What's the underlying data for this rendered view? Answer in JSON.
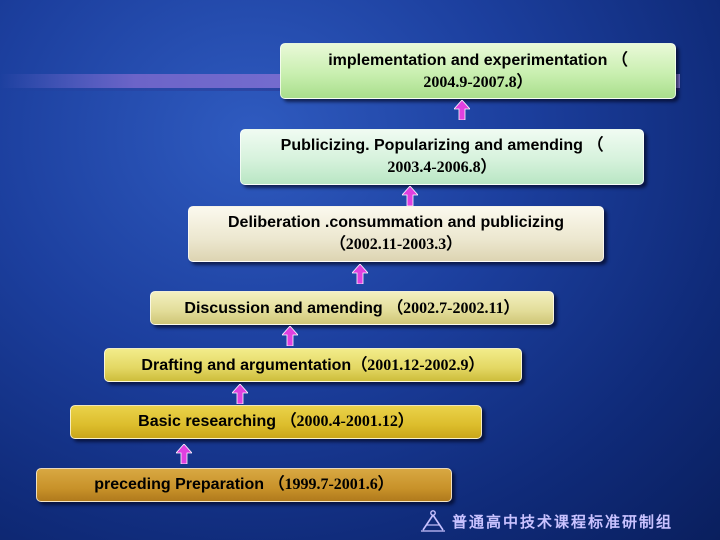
{
  "stages": [
    {
      "label": "implementation and experimentation （",
      "dates": "2004.9-2007.8）"
    },
    {
      "label": "Publicizing. Popularizing and amending （",
      "dates": "2003.4-2006.8）"
    },
    {
      "label": "Deliberation .consummation and publicizing",
      "dates": "（2002.11-2003.3）"
    },
    {
      "label": "Discussion and amending （",
      "dates": "2002.7-2002.11）"
    },
    {
      "label": "Drafting and argumentation（",
      "dates": "2001.12-2002.9）"
    },
    {
      "label": "Basic researching （",
      "dates": "2000.4-2001.12）"
    },
    {
      "label": "preceding Preparation （",
      "dates": "1999.7-2001.6）"
    }
  ],
  "footer": {
    "text": "普通高中技术课程标准研制组",
    "logo_icon": "compass-logo-icon"
  },
  "colors": {
    "arrow": "#e040e0",
    "background": "#1c3f9e",
    "footer_text": "#c9c2ff"
  }
}
